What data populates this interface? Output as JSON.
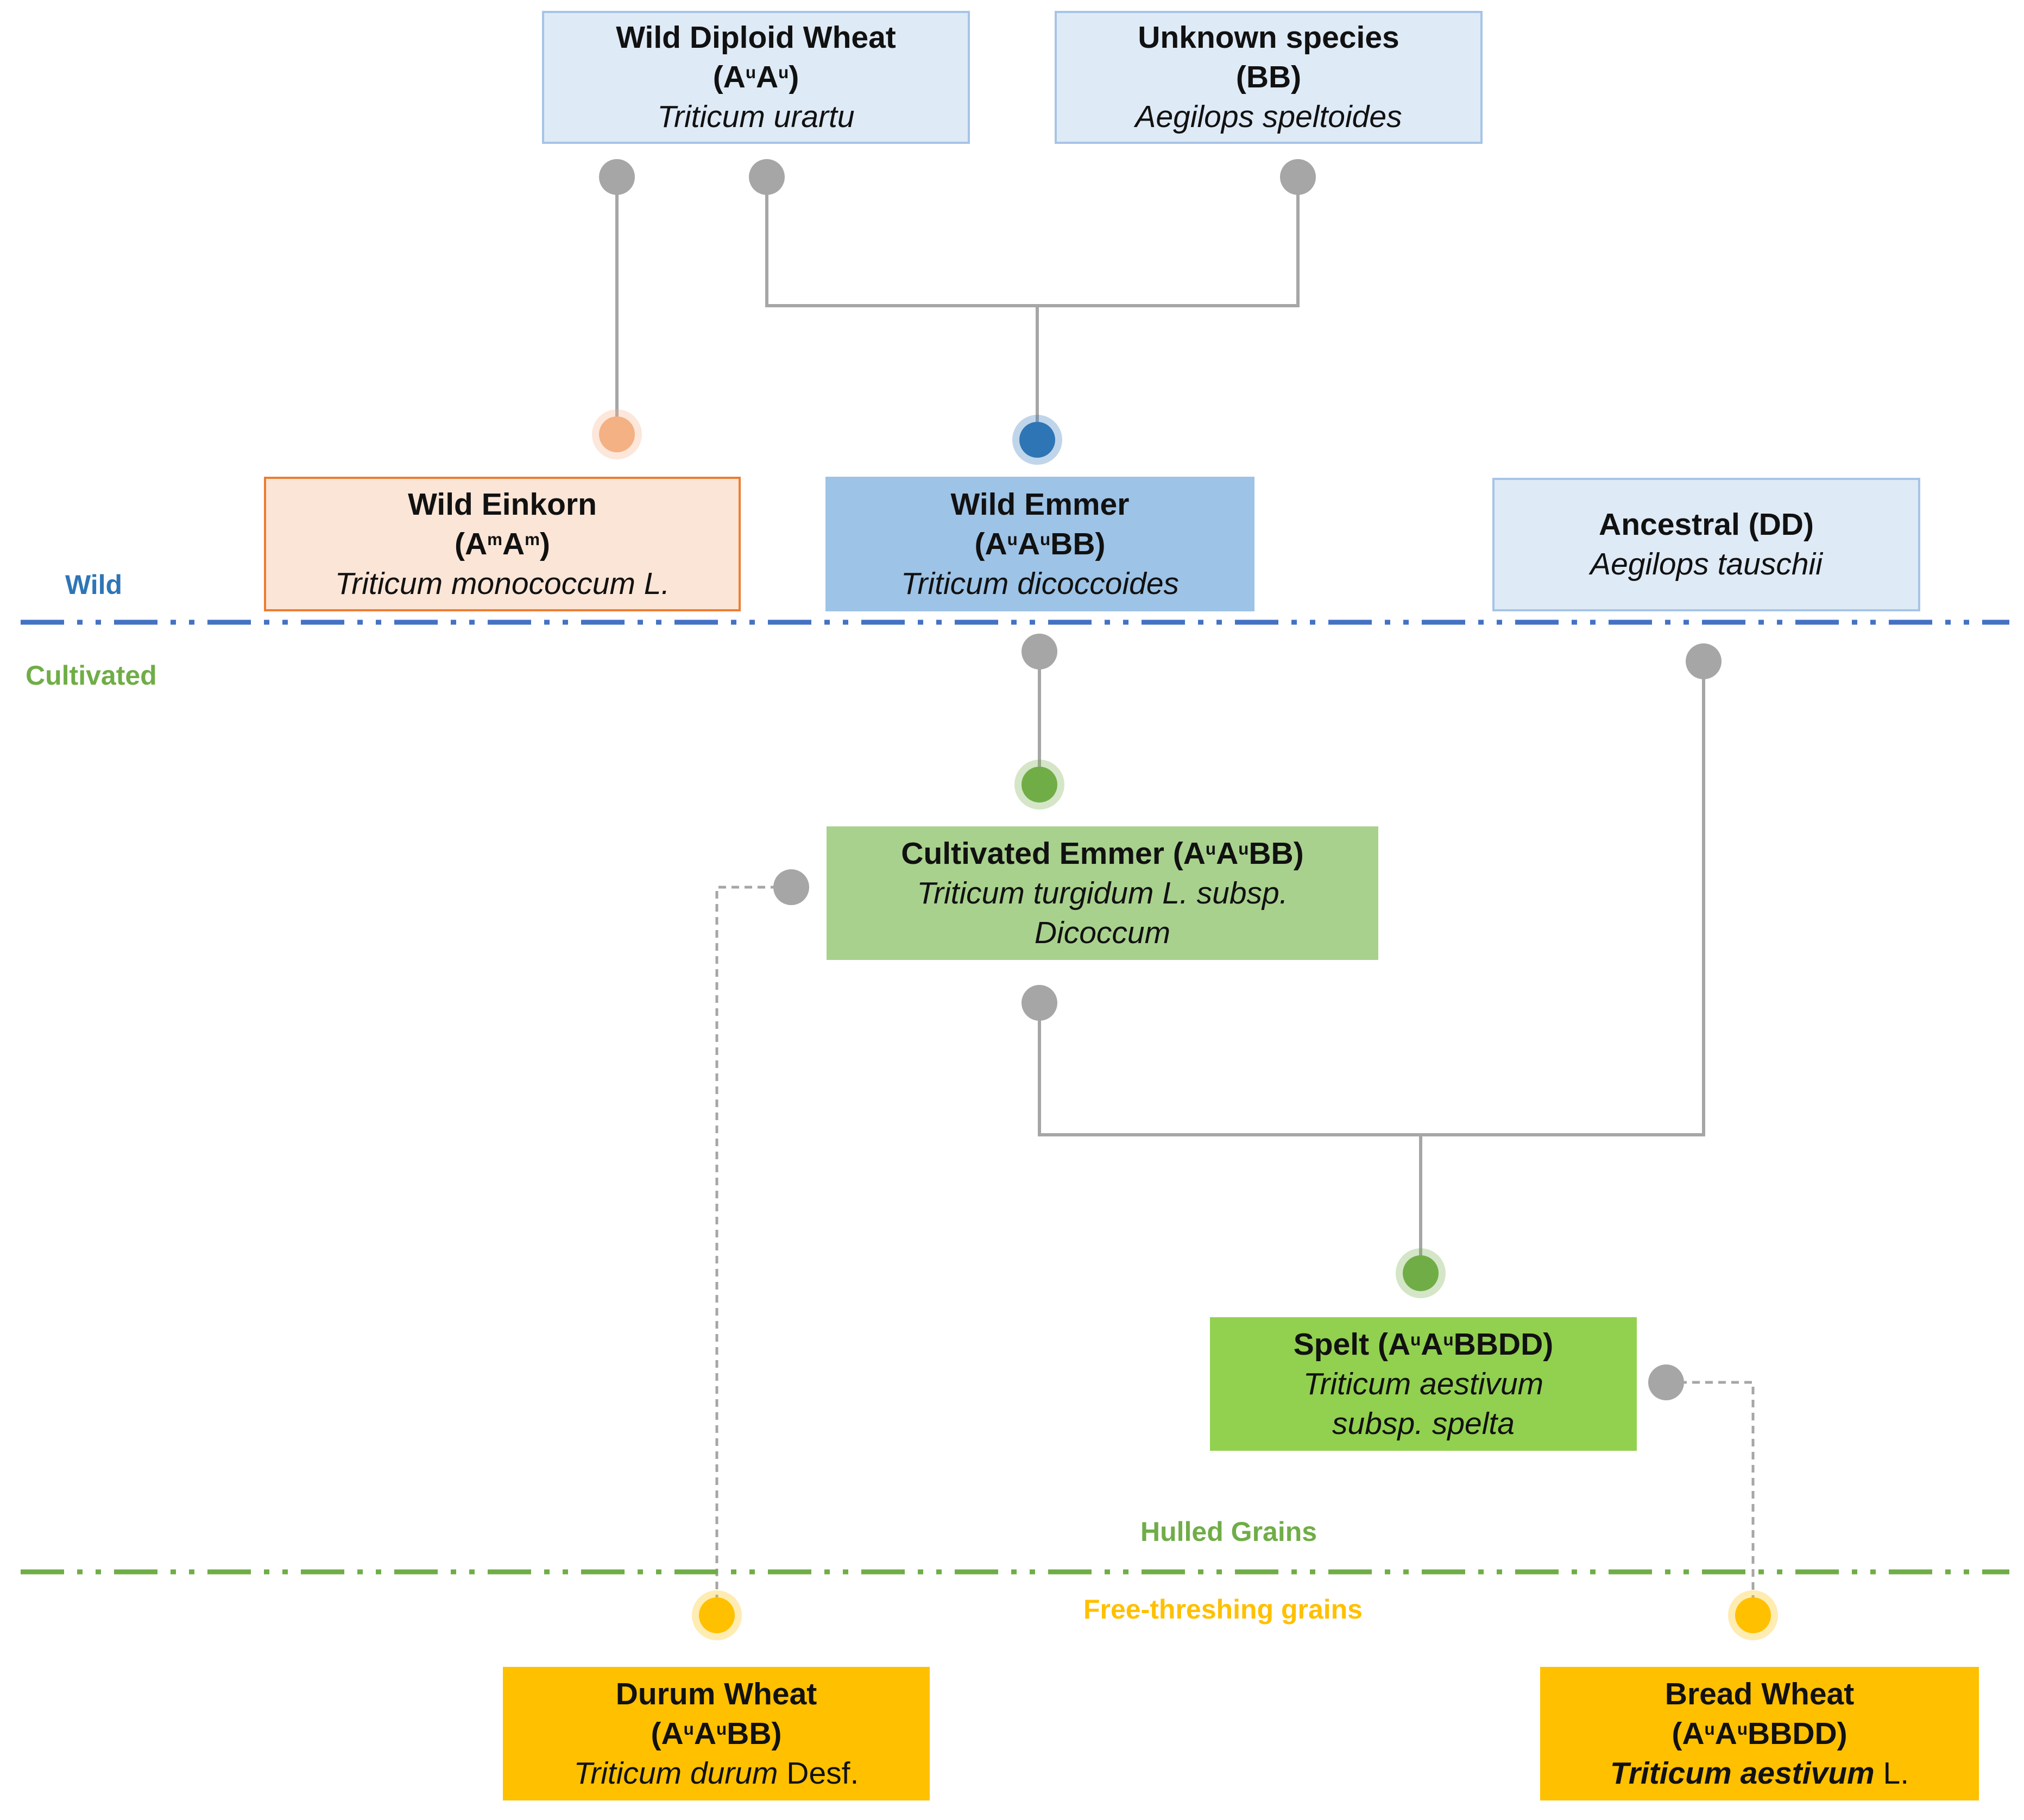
{
  "colors": {
    "wild_line": "#4472c4",
    "cultivated_line": "#70ad47",
    "wild_label": "#2e75b6",
    "cultivated_label": "#70ad47",
    "freethreshing_label": "#ffc000",
    "connector_gray": "#a6a6a6",
    "dot_gray": "#a6a6a6",
    "dot_einkorn": "#f4b183",
    "dot_emmer": "#2e75b6",
    "dot_cultivated": "#70ad47",
    "dot_freethreshing": "#ffc000",
    "box_light_blue": "#deeaf6",
    "box_einkorn": "#fbe5d6",
    "box_wild_emmer": "#9dc3e6",
    "box_cultivated_emmer": "#a9d18e",
    "box_spelt": "#92d050",
    "box_freethreshing": "#ffc000"
  },
  "zones": {
    "wild": "Wild",
    "cultivated": "Cultivated",
    "hulled": "Hulled Grains",
    "free_threshing": "Free-threshing grains"
  },
  "species": {
    "wild_diploid": {
      "name": "Wild Diploid Wheat",
      "genome_open": "(A",
      "genome_mid": "A",
      "genome_close": ")",
      "sup": "u",
      "latin": "Triticum urartu"
    },
    "unknown": {
      "name": "Unknown species",
      "genome": "(BB)",
      "latin": "Aegilops speltoides"
    },
    "wild_einkorn": {
      "name": "Wild Einkorn",
      "genome_open": "(A",
      "genome_mid": "A",
      "genome_close": ")",
      "sup": "m",
      "latin": "Triticum monococcum L."
    },
    "wild_emmer": {
      "name": "Wild Emmer",
      "genome_open": "(A",
      "genome_mid": "A",
      "genome_close": "BB)",
      "sup": "u",
      "latin": "Triticum dicoccoides"
    },
    "ancestral_dd": {
      "name": "Ancestral (DD)",
      "latin": "Aegilops tauschii"
    },
    "cultivated_emmer": {
      "name_prefix": "Cultivated Emmer (A",
      "genome_mid": "A",
      "genome_close": "BB)",
      "sup": "u",
      "latin_line1": "Triticum turgidum L. subsp.",
      "latin_line2": "Dicoccum"
    },
    "spelt": {
      "name_prefix": "Spelt (A",
      "genome_mid": "A",
      "genome_close": "BBDD)",
      "sup": "u",
      "latin_line1": "Triticum aestivum",
      "latin_line2": "subsp. spelta"
    },
    "durum": {
      "name": "Durum Wheat",
      "genome_open": "(A",
      "genome_mid": "A",
      "genome_close": "BB)",
      "sup": "u",
      "latin_italic": "Triticum durum",
      "latin_author": " Desf."
    },
    "bread": {
      "name": "Bread Wheat",
      "genome_open": "(A",
      "genome_mid": "A",
      "genome_close": "BBDD)",
      "sup": "u",
      "latin_italic": "Triticum aestivum",
      "latin_author": " L."
    }
  }
}
